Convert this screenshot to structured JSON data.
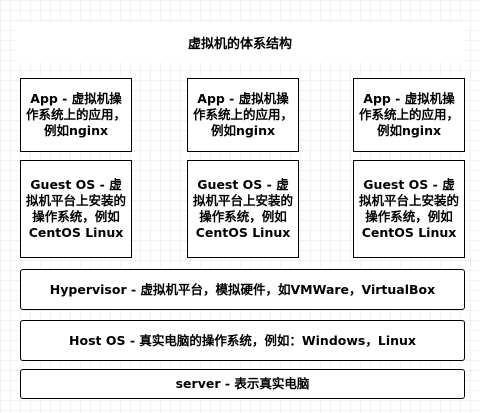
{
  "title": "虚拟机的体系结构",
  "apps": [
    "App - 虚拟机操作系统上的应用，例如nginx",
    "App - 虚拟机操作系统上的应用，例如nginx",
    "App - 虚拟机操作系统上的应用，例如nginx"
  ],
  "guests": [
    "Guest OS - 虚拟机平台上安装的操作系统，例如CentOS Linux",
    "Guest OS - 虚拟机平台上安装的操作系统，例如CentOS Linux",
    "Guest OS - 虚拟机平台上安装的操作系统，例如CentOS Linux"
  ],
  "hypervisor": "Hypervisor - 虚拟机平台，模拟硬件，如VMWare，VirtualBox",
  "host_os": "Host OS - 真实电脑的操作系统，例如：Windows，Linux",
  "server": "server - 表示真实电脑"
}
